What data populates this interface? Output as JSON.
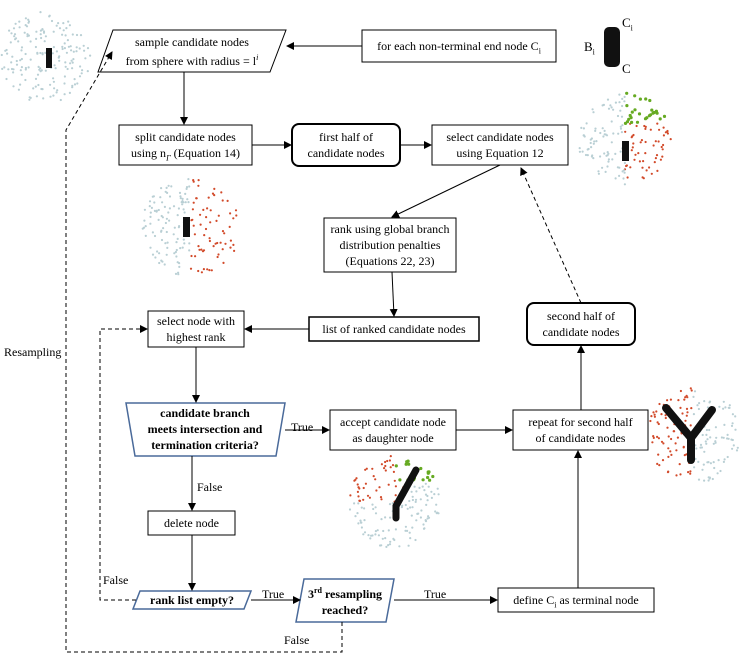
{
  "nodes": {
    "sample": {
      "lines": [
        "sample candidate nodes",
        "from sphere with radius = l"
      ],
      "sup": "i"
    },
    "for_each": {
      "text": "for each non-terminal end node C",
      "sub": "i"
    },
    "split": {
      "lines": [
        "split candidate nodes",
        "using n"
      ],
      "sub": "Γ",
      "after": " (Equation 14)"
    },
    "first_half": {
      "lines": [
        "first half of",
        "candidate nodes"
      ]
    },
    "select_eq12": {
      "lines": [
        "select candidate nodes",
        "using Equation 12"
      ]
    },
    "rank_global": {
      "lines": [
        "rank using global branch",
        "distribution penalties",
        "(Equations 22, 23)"
      ]
    },
    "ranked_list": {
      "text": "list of ranked candidate nodes"
    },
    "select_highest": {
      "lines": [
        "select node with",
        "highest rank"
      ]
    },
    "second_half": {
      "lines": [
        "second half of",
        "candidate nodes"
      ]
    },
    "criteria": {
      "lines": [
        "candidate branch",
        "meets intersection and",
        "termination criteria?"
      ]
    },
    "accept": {
      "lines": [
        "accept candidate node",
        "as daughter node"
      ]
    },
    "repeat": {
      "lines": [
        "repeat for second half",
        "of candidate nodes"
      ]
    },
    "delete": {
      "text": "delete node"
    },
    "rank_empty": {
      "text": "rank list empty?"
    },
    "resampling_reached": {
      "sup": "rd",
      "lines": [
        "3",
        "resampling",
        "reached?"
      ]
    },
    "define_terminal": {
      "pre": "define C",
      "sub": "i",
      "post": " as terminal node"
    }
  },
  "edge_labels": {
    "true_criteria": "True",
    "false_criteria": "False",
    "true_empty": "True",
    "false_empty": "False",
    "true_resampling": "True",
    "false_resampling": "False",
    "resampling_side": "Resampling"
  },
  "legend": {
    "b": "B",
    "b_sub": "i",
    "c": "C",
    "c_sub": "i",
    "c_bottom": "C"
  },
  "colors": {
    "stroke": "#000000",
    "decision_stroke": "#4a6a9a",
    "sphere_gray": "#b9cfd4",
    "sphere_red": "#d24a2a",
    "sphere_green": "#66aa22",
    "branch": "#111111"
  }
}
